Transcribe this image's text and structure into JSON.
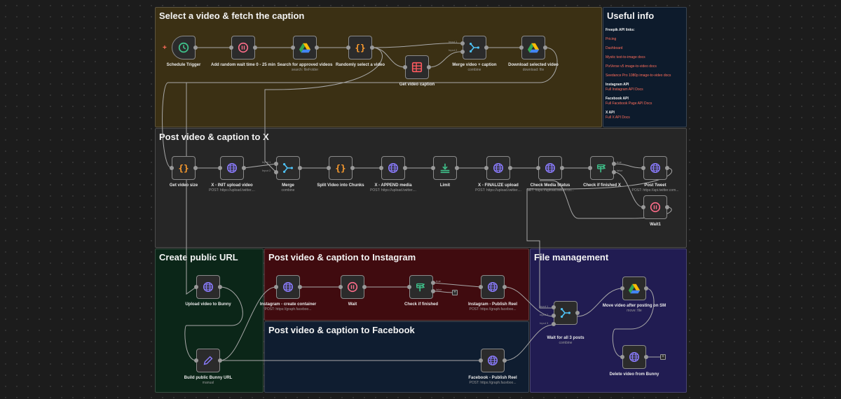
{
  "groups": {
    "fetch": {
      "title": "Select a video & fetch the caption"
    },
    "info": {
      "title": "Useful info"
    },
    "x": {
      "title": "Post video & caption to X"
    },
    "url": {
      "title": "Create public URL"
    },
    "ig": {
      "title": "Post video & caption to Instagram"
    },
    "fb": {
      "title": "Post video & caption to Facebook"
    },
    "files": {
      "title": "File management"
    }
  },
  "colors": {
    "fetch": "#3b3014",
    "info": "#0d1b2c",
    "x": "#262626",
    "url": "#0b2618",
    "ig": "#400b0f",
    "fb": "#0f1d30",
    "files": "#211c52",
    "accent": "#ff6d5a",
    "node_border": "#8a8a8a"
  },
  "info": {
    "freepik_heading": "Freepik API links:",
    "freepik_links": [
      "Pricing",
      "Dashboard",
      "Mystic text-to-image docs",
      "PixVerse v5 image-to-video docs",
      "Seedance Pro 1080p image-to-video docs"
    ],
    "instagram_heading": "Instagram API",
    "instagram_link": "Full Instagram API Docs",
    "facebook_heading": "Facebook API",
    "facebook_link": "Full Facebook Page API Docs",
    "x_heading": "X API",
    "x_link": "Full X API Docs"
  },
  "nodes": {
    "schedule": {
      "label": "Schedule Trigger",
      "sub": "",
      "icon": "clock-icon"
    },
    "random_wait": {
      "label": "Add random wait time 0 - 25 min",
      "sub": "",
      "icon": "pause-icon"
    },
    "search": {
      "label": "Search for approved videos",
      "sub": "search: fileFolder",
      "icon": "google-drive-icon"
    },
    "randomly": {
      "label": "Randomly select a video",
      "sub": "",
      "icon": "code-braces-icon"
    },
    "caption": {
      "label": "Get video caption",
      "sub": "",
      "icon": "table-icon"
    },
    "merge_vc": {
      "label": "Merge video + caption",
      "sub": "combine",
      "icon": "merge-icon"
    },
    "download": {
      "label": "Download selected video",
      "sub": "download: file",
      "icon": "google-drive-icon"
    },
    "size": {
      "label": "Get video size",
      "sub": "",
      "icon": "code-braces-icon"
    },
    "x_init": {
      "label": "X - INIT upload video",
      "sub": "POST: https://upload.twitter....",
      "icon": "globe-icon"
    },
    "merge_x": {
      "label": "Merge",
      "sub": "combine",
      "icon": "merge-icon"
    },
    "split": {
      "label": "Split Video into Chunks",
      "sub": "",
      "icon": "code-braces-icon"
    },
    "x_append": {
      "label": "X - APPEND media",
      "sub": "POST: https://upload.twitter....",
      "icon": "globe-icon"
    },
    "limit": {
      "label": "Limit",
      "sub": "",
      "icon": "limit-icon"
    },
    "x_finalize": {
      "label": "X - FINALIZE upload",
      "sub": "POST: https://upload.twitter....",
      "icon": "globe-icon"
    },
    "check_media": {
      "label": "Check Media Status",
      "sub": "GET: https://upload.twitter.co...",
      "icon": "globe-icon"
    },
    "check_x": {
      "label": "Check if finished X",
      "sub": "",
      "icon": "if-icon"
    },
    "post_tweet": {
      "label": "Post Tweet",
      "sub": "POST: https://api.twitter.com...",
      "icon": "globe-icon"
    },
    "wait1": {
      "label": "Wait1",
      "sub": "",
      "icon": "pause-icon"
    },
    "upload_bunny": {
      "label": "Upload video to Bunny",
      "sub": "",
      "icon": "globe-icon"
    },
    "build_url": {
      "label": "Build public Bunny URL",
      "sub": "manual",
      "icon": "pencil-icon"
    },
    "ig_create": {
      "label": "Instagram - create container",
      "sub": "POST: https://graph.faceboo...",
      "icon": "globe-icon"
    },
    "ig_wait": {
      "label": "Wait",
      "sub": "",
      "icon": "pause-icon"
    },
    "ig_check": {
      "label": "Check if finished",
      "sub": "",
      "icon": "if-icon"
    },
    "ig_publish": {
      "label": "Instagram - Publish Reel",
      "sub": "POST: https://graph.faceboo...",
      "icon": "globe-icon"
    },
    "fb_publish": {
      "label": "Facebook - Publish Reel",
      "sub": "POST: https://graph.faceboo...",
      "icon": "globe-icon"
    },
    "wait_all": {
      "label": "Wait for all 3 posts",
      "sub": "combine",
      "icon": "merge-icon"
    },
    "move_video": {
      "label": "Move video after posting on SM",
      "sub": "move: file",
      "icon": "google-drive-icon"
    },
    "delete_bunny": {
      "label": "Delete video from Bunny",
      "sub": "",
      "icon": "globe-icon"
    }
  },
  "ports": {
    "input1": "Input 1",
    "input2": "Input 2",
    "input3": "Input 3",
    "true": "true",
    "false": "false"
  }
}
